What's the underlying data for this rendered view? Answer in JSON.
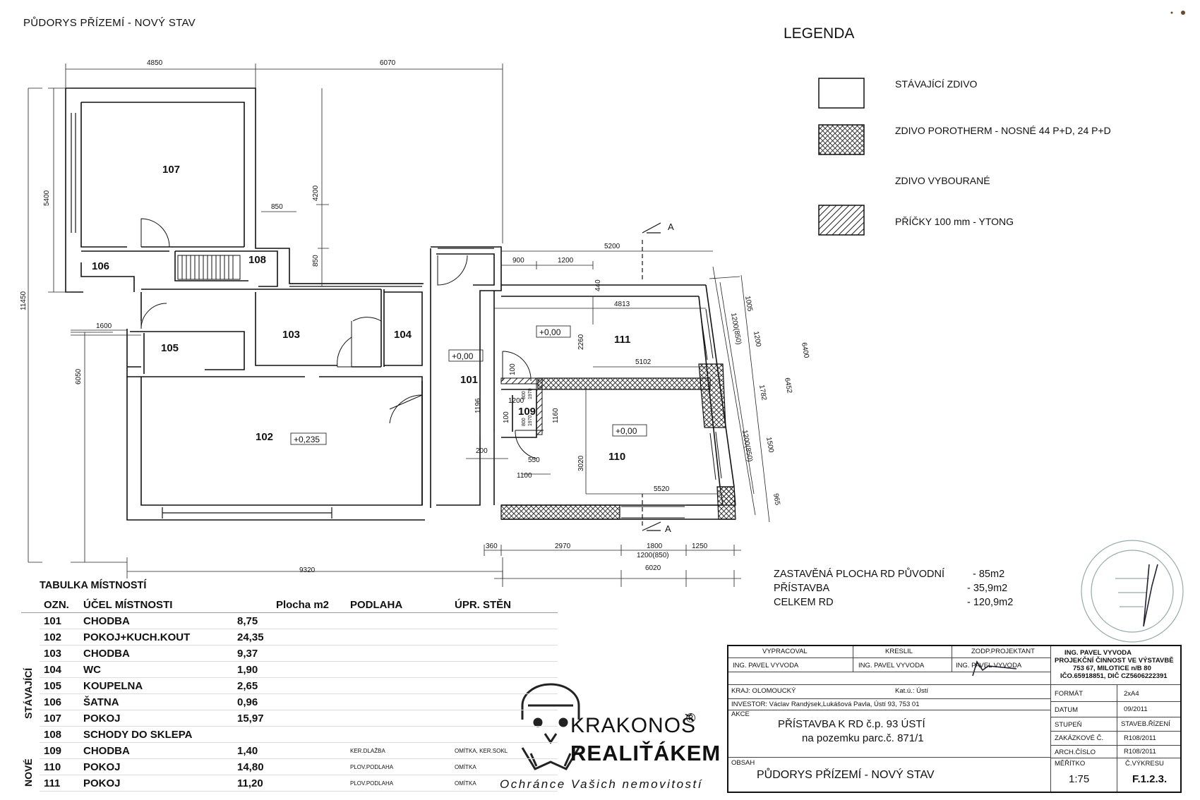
{
  "drawing_title": "PŮDORYS PŘÍZEMÍ - NOVÝ STAV",
  "legend": {
    "heading": "LEGENDA",
    "items": [
      {
        "label": "STÁVAJÍCÍ ZDIVO",
        "pattern": "none"
      },
      {
        "label": "ZDIVO POROTHERM - NOSNÉ 44 P+D, 24 P+D",
        "pattern": "crosshatch"
      },
      {
        "label": "ZDIVO VYBOURANÉ",
        "pattern": "hidden"
      },
      {
        "label": "PŘÍČKY 100 mm - YTONG",
        "pattern": "diagonal"
      }
    ]
  },
  "rooms": {
    "r101": "101",
    "r102": "102",
    "r103": "103",
    "r104": "104",
    "r105": "105",
    "r106": "106",
    "r107": "107",
    "r108": "108",
    "r109": "109",
    "r110": "110",
    "r111": "111"
  },
  "levels": {
    "l102": "+0,235",
    "l101": "+0,00",
    "l111": "+0,00",
    "l110": "+0,00"
  },
  "section_mark": "A",
  "dims": {
    "d4850": "4850",
    "d6070": "6070",
    "d5400": "5400",
    "d11450": "11450",
    "d6050": "6050",
    "d4200": "4200",
    "d850a": "850",
    "d850b": "850",
    "d1600": "1600",
    "d5200": "5200",
    "d900": "900",
    "d1200a": "1200",
    "d440": "440",
    "d4813": "4813",
    "d2260": "2260",
    "d5102": "5102",
    "d1005": "1005",
    "d1200_850a": "1200(850)",
    "d1200b": "1200",
    "d6400": "6400",
    "d6452": "6452",
    "d1782": "1782",
    "d1200_850b": "1200(850)",
    "d1500": "1500",
    "d965": "965",
    "d3020": "3020",
    "d5520": "5520",
    "d1196": "1196",
    "d1200c": "1200",
    "d100a": "100",
    "d100b": "100",
    "d1160": "1160",
    "d800a": "800",
    "d1970a": "1970",
    "d800b": "800",
    "d1970b": "1970",
    "d200": "200",
    "d550": "550",
    "d1100": "1100",
    "d360": "360",
    "d2970": "2970",
    "d1800": "1800",
    "d1250": "1250",
    "d1200_850c": "1200(850)",
    "d9320": "9320",
    "d6020": "6020"
  },
  "room_table": {
    "heading": "TABULKA MÍSTNOSTÍ",
    "columns": [
      "OZN.",
      "ÚČEL MÍSTNOSTI",
      "Plocha m2",
      "PODLAHA",
      "ÚPR. STĚN"
    ],
    "group_existing": "STÁVAJÍCÍ",
    "group_new": "NOVÉ",
    "rows": [
      {
        "id": "101",
        "name": "CHODBA",
        "area": "8,75",
        "floor": "",
        "walls": ""
      },
      {
        "id": "102",
        "name": "POKOJ+KUCH.KOUT",
        "area": "24,35",
        "floor": "",
        "walls": ""
      },
      {
        "id": "103",
        "name": "CHODBA",
        "area": "9,37",
        "floor": "",
        "walls": ""
      },
      {
        "id": "104",
        "name": "WC",
        "area": "1,90",
        "floor": "",
        "walls": ""
      },
      {
        "id": "105",
        "name": "KOUPELNA",
        "area": "2,65",
        "floor": "",
        "walls": ""
      },
      {
        "id": "106",
        "name": "ŠATNA",
        "area": "0,96",
        "floor": "",
        "walls": ""
      },
      {
        "id": "107",
        "name": "POKOJ",
        "area": "15,97",
        "floor": "",
        "walls": ""
      },
      {
        "id": "108",
        "name": "SCHODY DO SKLEPA",
        "area": "",
        "floor": "",
        "walls": ""
      },
      {
        "id": "109",
        "name": "CHODBA",
        "area": "1,40",
        "floor": "KER.DLAŽBA",
        "walls": "OMÍTKA, KER.SOKL"
      },
      {
        "id": "110",
        "name": "POKOJ",
        "area": "14,80",
        "floor": "PLOV.PODLAHA",
        "walls": "OMÍTKA"
      },
      {
        "id": "111",
        "name": "POKOJ",
        "area": "11,20",
        "floor": "PLOV.PODLAHA",
        "walls": "OMÍTKA"
      }
    ]
  },
  "areas": {
    "original_label": "ZASTAVĚNÁ PLOCHA RD  PŮVODNÍ",
    "original_value": "- 85m2",
    "extension_label": "PŘÍSTAVBA",
    "extension_value": "- 35,9m2",
    "total_label": "CELKEM RD",
    "total_value": "- 120,9m2"
  },
  "logo": {
    "name_top": "KRAKONOŠ",
    "registered": "®",
    "name_bottom": "REALIŤÁKEM",
    "slogan": "Ochránce Vašich nemovitostí"
  },
  "title_block": {
    "h_vypracoval": "VYPRACOVAL",
    "h_kreslil": "KRESLIL",
    "h_zodp": "ZODP.PROJEKTANT",
    "v_vypracoval": "ING. PAVEL VYVODA",
    "v_kreslil": "ING. PAVEL VYVODA",
    "v_zodp": "ING. PAVEL VYVODA",
    "company_1": "ING. PAVEL VYVODA",
    "company_2": "PROJEKČNÍ ČINNOST VE VÝSTAVBĚ",
    "company_3": "753 67, MILOTICE n/B 80",
    "company_4": "IČO.65918851, DIČ CZ5606222391",
    "kraj": "KRAJ: OLOMOUCKÝ",
    "katastr": "Kat.ú.: Ústí",
    "investor": "INVESTOR: Václav Randýsek,Lukášová Pavla, Ústí 93, 753 01",
    "akce_label": "AKCE",
    "akce_1": "PŘÍSTAVBA K RD č.p. 93 ÚSTÍ",
    "akce_2": "na pozemku parc.č. 871/1",
    "obsah_label": "OBSAH",
    "obsah": "PŮDORYS PŘÍZEMÍ - NOVÝ STAV",
    "format_label": "FORMÁT",
    "format_value": "2xA4",
    "datum_label": "DATUM",
    "datum_value": "09/2011",
    "stupen_label": "STUPEŇ",
    "stupen_value": "STAVEB.ŘÍZENÍ",
    "zakazka_label": "ZAKÁZKOVÉ Č.",
    "zakazka_value": "R108/2011",
    "arch_label": "ARCH.ČÍSLO",
    "arch_value": "R108/2011",
    "meritko_label": "MĚŘÍTKO",
    "meritko_value": "1:75",
    "vykres_label": "Č.VÝKRESU",
    "vykres_value": "F.1.2.3."
  }
}
